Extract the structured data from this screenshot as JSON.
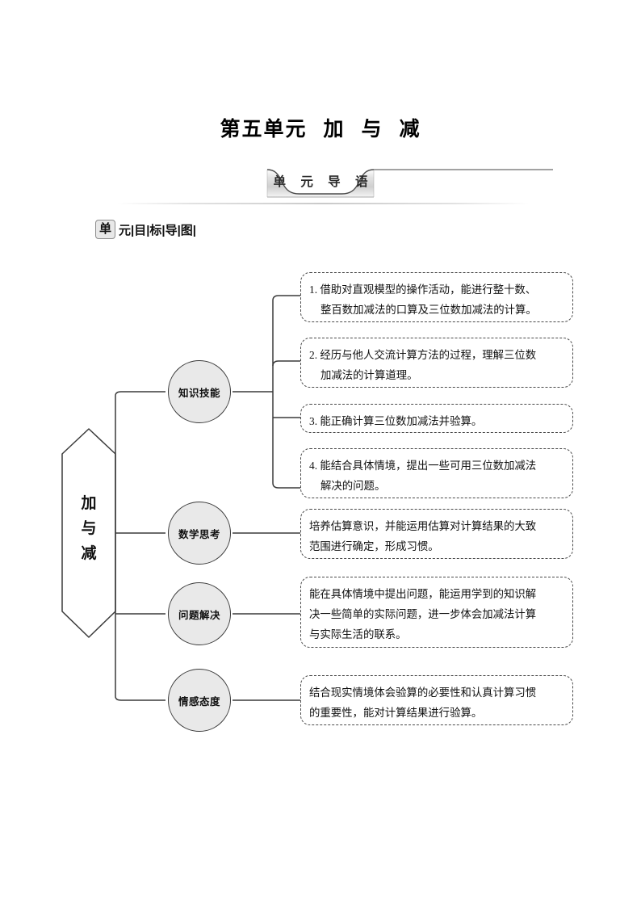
{
  "page": {
    "title_prefix": "第五单元",
    "title_main_a": "加",
    "title_main_b": "与",
    "title_main_c": "减",
    "banner_label": "单 元 导 语"
  },
  "section": {
    "boxed_char": "单",
    "rest_chars": "元|目|标|导|图|",
    "full_label": "单元目标导图"
  },
  "diagram": {
    "root": {
      "line1": "加",
      "line2": "与",
      "line3": "减"
    },
    "branches": [
      {
        "node_label": "知识技能",
        "leaves": [
          {
            "lines": [
              "1. 借助对直观模型的操作活动，能进行整十数、",
              "整百数加减法的口算及三位数加减法的计算。"
            ]
          },
          {
            "lines": [
              "2. 经历与他人交流计算方法的过程，理解三位数",
              "加减法的计算道理。"
            ]
          },
          {
            "lines": [
              "3. 能正确计算三位数加减法并验算。"
            ]
          },
          {
            "lines": [
              "4. 能结合具体情境，提出一些可用三位数加减法",
              "解决的问题。"
            ]
          }
        ]
      },
      {
        "node_label": "数学思考",
        "leaves": [
          {
            "lines": [
              "培养估算意识，并能运用估算对计算结果的大致",
              "范围进行确定，形成习惯。"
            ]
          }
        ]
      },
      {
        "node_label": "问题解决",
        "leaves": [
          {
            "lines": [
              "能在具体情境中提出问题，能运用学到的知识解",
              "决一些简单的实际问题，进一步体会加减法计算",
              "与实际生活的联系。"
            ]
          }
        ]
      },
      {
        "node_label": "情感态度",
        "leaves": [
          {
            "lines": [
              "结合现实情境体会验算的必要性和认真计算习惯",
              "的重要性，能对计算结果进行验算。"
            ]
          }
        ]
      }
    ]
  },
  "colors": {
    "node_fill": "#e9e9e9",
    "node_stroke": "#3a3a3a",
    "box_stroke": "#4a4a4a",
    "rule": "#6b6b6b",
    "text": "#111111"
  }
}
